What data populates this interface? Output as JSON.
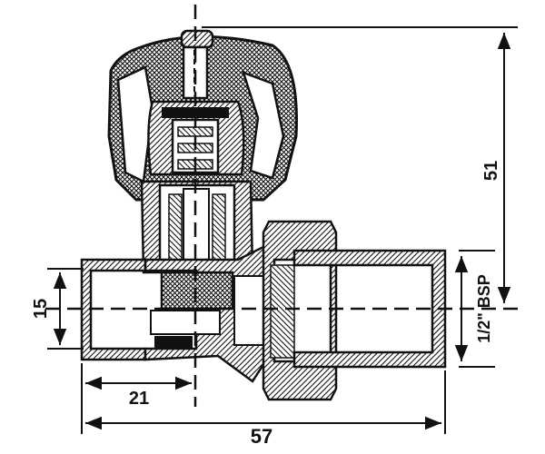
{
  "labels": {
    "height_total": "51",
    "pipe_diameter": "15",
    "thread": "1/2\" BSP",
    "inlet_offset": "21",
    "length_total": "57"
  },
  "colors": {
    "ink": "#111111",
    "paper": "#ffffff"
  }
}
